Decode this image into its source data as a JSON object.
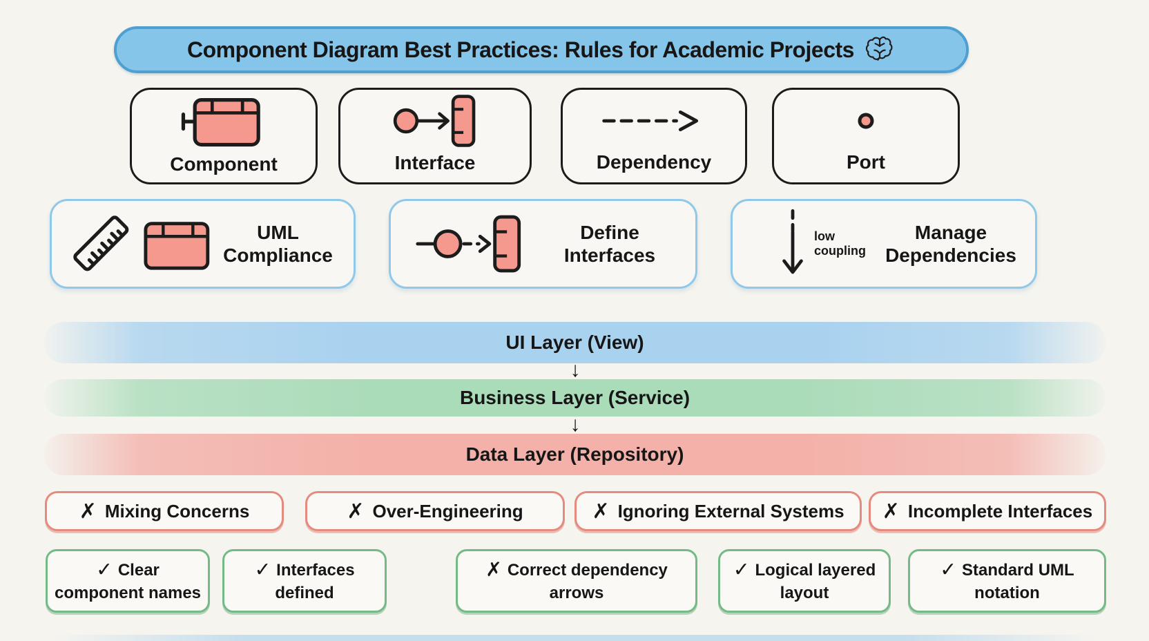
{
  "title": {
    "text": "Component Diagram Best Practices: Rules for Academic Projects",
    "icon": "brain-icon"
  },
  "notation_cards": [
    {
      "label": "Component",
      "icon": "component-icon"
    },
    {
      "label": "Interface",
      "icon": "interface-lollipop-socket-icon"
    },
    {
      "label": "Dependency",
      "icon": "dashed-arrow-icon"
    },
    {
      "label": "Port",
      "icon": "port-dot-icon"
    }
  ],
  "practice_cards": [
    {
      "label": "UML Compliance",
      "icon": "ruler-and-component-icon"
    },
    {
      "label": "Define Interfaces",
      "icon": "provided-required-interface-icon"
    },
    {
      "label": "Manage Dependencies",
      "icon": "down-arrow-icon",
      "icon_caption": "low coupling"
    }
  ],
  "layers": [
    {
      "label": "UI Layer (View)",
      "color": "#a9d2ef"
    },
    {
      "label": "Business Layer (Service)",
      "color": "#abdcba"
    },
    {
      "label": "Data Layer (Repository)",
      "color": "#f3b1a9"
    }
  ],
  "layer_arrow": "↓",
  "antipattern_cards": [
    {
      "mark": "✗",
      "label": "Mixing Concerns"
    },
    {
      "mark": "✗",
      "label": "Over-Engineering"
    },
    {
      "mark": "✗",
      "label": "Ignoring External Systems"
    },
    {
      "mark": "✗",
      "label": "Incomplete Interfaces"
    }
  ],
  "checklist_cards": [
    {
      "mark": "✓",
      "label": "Clear component names"
    },
    {
      "mark": "✓",
      "label": "Interfaces defined"
    },
    {
      "mark": "✗",
      "label": "Correct dependency arrows"
    },
    {
      "mark": "✓",
      "label": "Logical layered layout"
    },
    {
      "mark": "✓",
      "label": "Standard UML notation"
    }
  ],
  "colors": {
    "background": "#f5f4ef",
    "title_fill": "#86c5ea",
    "title_border": "#4f9fd0",
    "salmon_fill": "#f5998e",
    "outline": "#1c1c1c",
    "practice_border": "#8fc8e9",
    "antipattern_border": "#e68a7e",
    "checklist_border": "#74ba87"
  }
}
